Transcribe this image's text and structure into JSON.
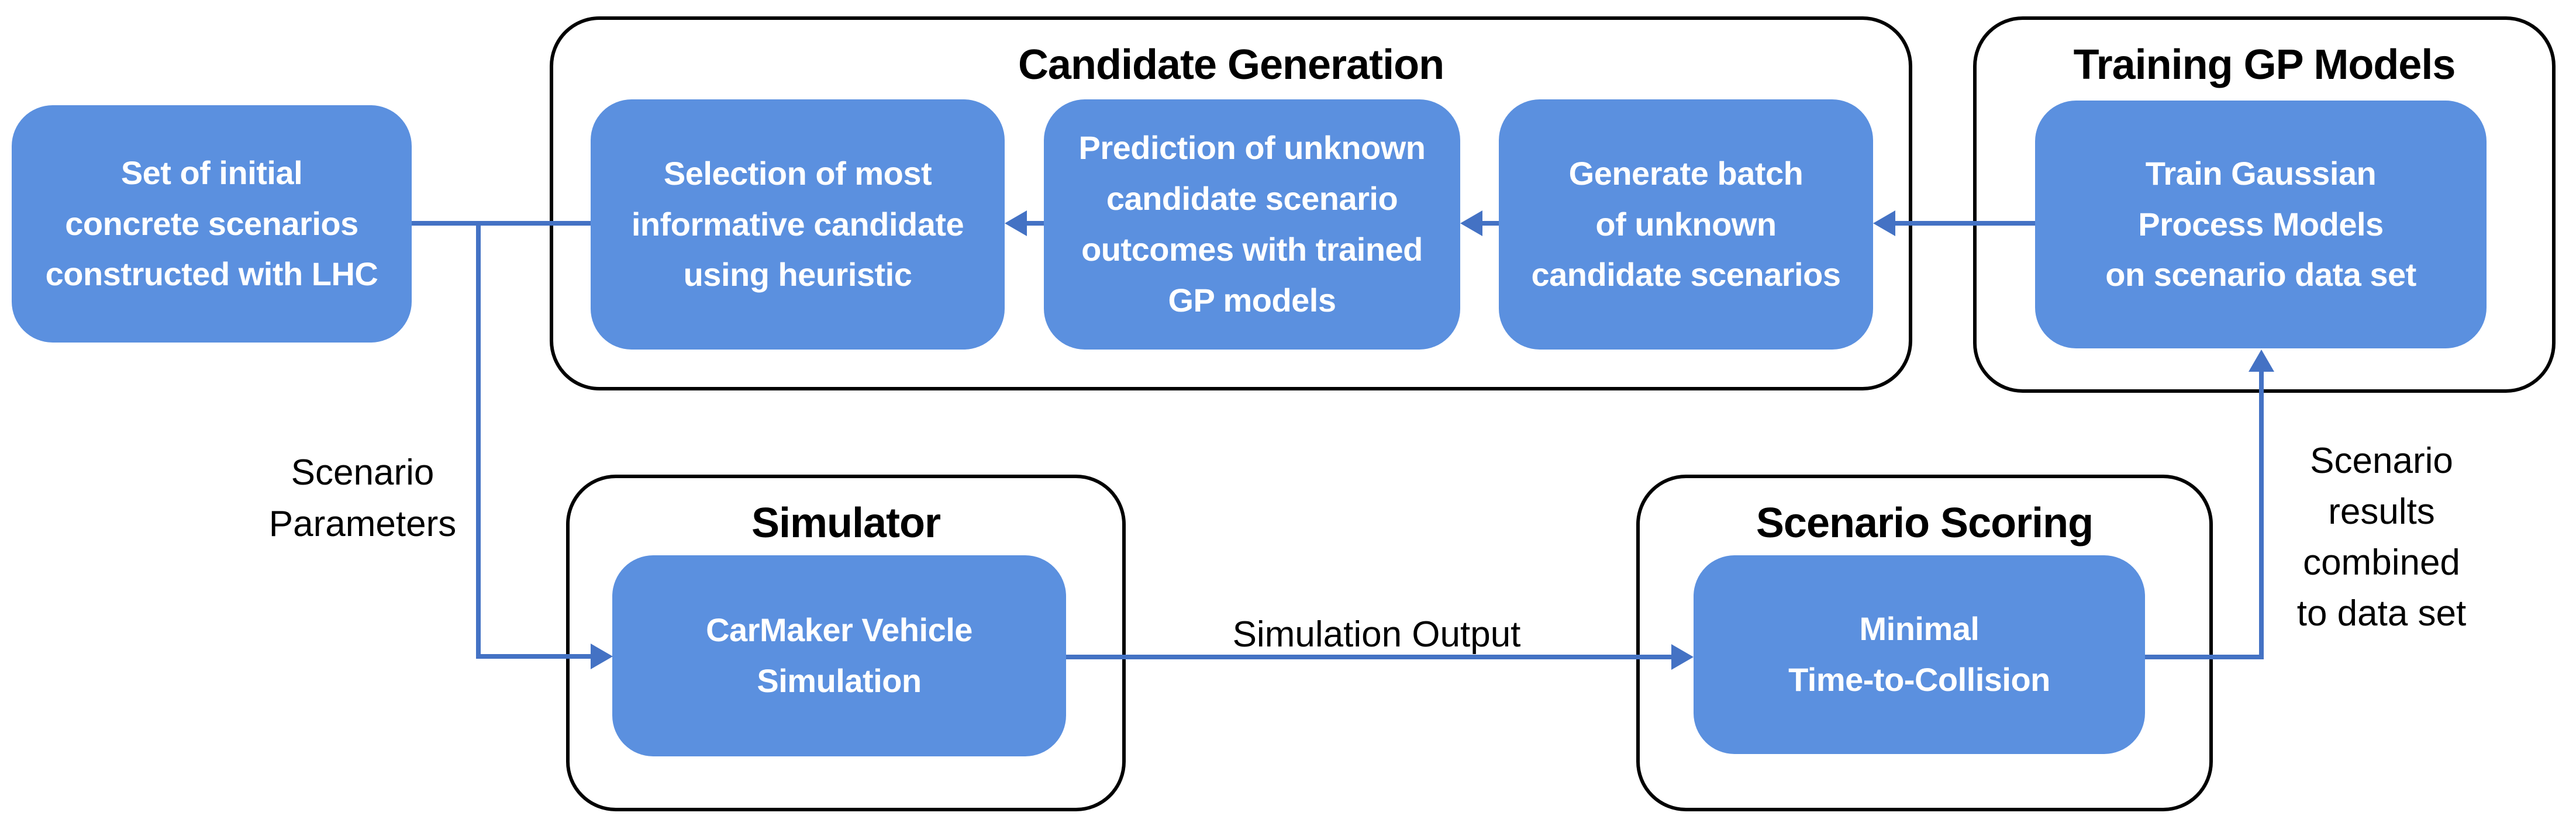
{
  "diagram": {
    "containers": {
      "candidate_generation": {
        "title": "Candidate Generation"
      },
      "training_gp": {
        "title": "Training GP Models"
      },
      "simulator": {
        "title": "Simulator"
      },
      "scenario_scoring": {
        "title": "Scenario Scoring"
      }
    },
    "boxes": {
      "initial_set": {
        "label": "Set of initial\nconcrete scenarios\nconstructed with LHC"
      },
      "selection": {
        "label": "Selection of most\ninformative candidate\nusing heuristic"
      },
      "prediction": {
        "label": "Prediction of unknown\ncandidate scenario\noutcomes with trained\nGP models"
      },
      "generate_batch": {
        "label": "Generate batch\nof unknown\ncandidate scenarios"
      },
      "train_gp": {
        "label": "Train Gaussian\nProcess Models\non scenario data set"
      },
      "carmaker": {
        "label": "CarMaker Vehicle\nSimulation"
      },
      "min_ttc": {
        "label": "Minimal\nTime-to-Collision"
      }
    },
    "edge_labels": {
      "scenario_parameters": "Scenario\nParameters",
      "simulation_output": "Simulation Output",
      "scenario_results": "Scenario\nresults\ncombined\nto data set"
    },
    "colors": {
      "node_fill": "#5B90DF",
      "node_text": "#FFFFFF",
      "connector": "#4472C4",
      "container_border": "#000000",
      "label_text": "#000000",
      "background": "#FFFFFF"
    }
  }
}
